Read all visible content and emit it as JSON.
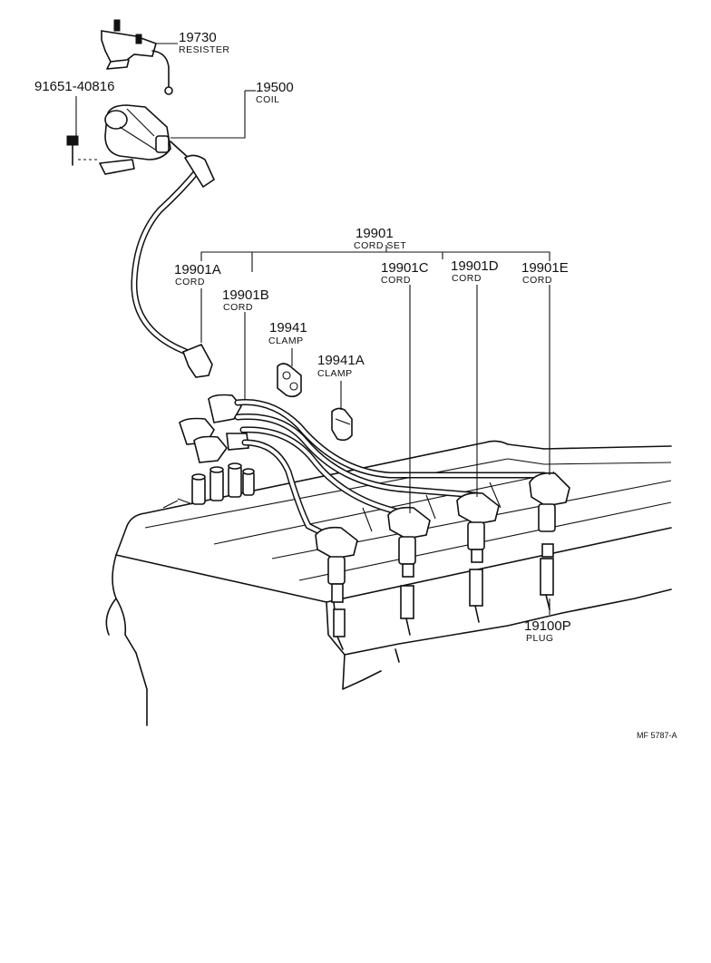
{
  "callouts": {
    "resister": {
      "part_no": "19730",
      "name": "RESISTER"
    },
    "coil": {
      "part_no": "19500",
      "name": "COIL"
    },
    "bolt": {
      "part_no": "91651-40816"
    },
    "cord_set": {
      "part_no": "19901",
      "name": "CORD SET"
    },
    "cord_a": {
      "part_no": "19901A",
      "name": "CORD"
    },
    "cord_b": {
      "part_no": "19901B",
      "name": "CORD"
    },
    "cord_c": {
      "part_no": "19901C",
      "name": "CORD"
    },
    "cord_d": {
      "part_no": "19901D",
      "name": "CORD"
    },
    "cord_e": {
      "part_no": "19901E",
      "name": "CORD"
    },
    "clamp": {
      "part_no": "19941",
      "name": "CLAMP"
    },
    "clamp_a": {
      "part_no": "19941A",
      "name": "CLAMP"
    },
    "plug": {
      "part_no": "19100P",
      "name": "PLUG"
    }
  },
  "figure_ref": "MF 5787-A"
}
